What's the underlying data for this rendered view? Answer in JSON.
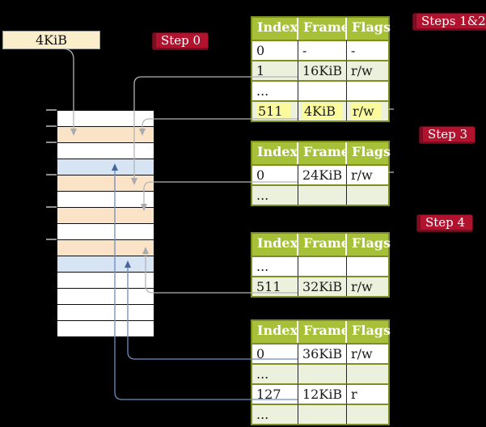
{
  "colors": {
    "background": "#000000",
    "table_header_green": "#a6c138",
    "table_border_olive": "#7e8e23",
    "row_shade_green": "#ecf1dd",
    "highlight_yellow": "#fbfb9e",
    "badge_red": "#b1122d",
    "badge_shadow_dark_red": "#7c0c20",
    "memory_pagetable_orange": "#fbe3c8",
    "memory_mapped_page_blue": "#d7e4f4",
    "legend_box_cream": "#fbeecb",
    "connector_gray": "#b2b4b6",
    "connector_blue": "#6e8cbe"
  },
  "legend_box": {
    "label": "4KiB"
  },
  "badges": {
    "step0": "Step 0",
    "steps12": "Steps 1&2",
    "step3": "Step 3",
    "step4": "Step 4"
  },
  "memory": {
    "rows": [
      {
        "type": "free"
      },
      {
        "type": "pagetable"
      },
      {
        "type": "free"
      },
      {
        "type": "page"
      },
      {
        "type": "pagetable"
      },
      {
        "type": "free"
      },
      {
        "type": "pagetable"
      },
      {
        "type": "free"
      },
      {
        "type": "pagetable"
      },
      {
        "type": "page"
      },
      {
        "type": "free"
      },
      {
        "type": "free"
      },
      {
        "type": "free"
      },
      {
        "type": "free"
      }
    ]
  },
  "tables": [
    {
      "step_label": "Steps 1&2",
      "headers": [
        "Index",
        "Frame",
        "Flags"
      ],
      "rows": [
        {
          "index": "0",
          "frame": "-",
          "flags": "-",
          "shaded": false,
          "highlighted": false
        },
        {
          "index": "1",
          "frame": "16KiB",
          "flags": "r/w",
          "shaded": true,
          "highlighted": false
        },
        {
          "index": "...",
          "frame": "",
          "flags": "",
          "shaded": false,
          "highlighted": false
        },
        {
          "index": "511",
          "frame": "4KiB",
          "flags": "r/w",
          "shaded": true,
          "highlighted": true
        }
      ]
    },
    {
      "step_label": "Step 3",
      "headers": [
        "Index",
        "Frame",
        "Flags"
      ],
      "rows": [
        {
          "index": "0",
          "frame": "24KiB",
          "flags": "r/w",
          "shaded": false,
          "highlighted": false
        },
        {
          "index": "...",
          "frame": "",
          "flags": "",
          "shaded": true,
          "highlighted": false
        }
      ]
    },
    {
      "step_label": "Step 4",
      "headers": [
        "Index",
        "Frame",
        "Flags"
      ],
      "rows": [
        {
          "index": "...",
          "frame": "",
          "flags": "",
          "shaded": false,
          "highlighted": false
        },
        {
          "index": "511",
          "frame": "32KiB",
          "flags": "r/w",
          "shaded": true,
          "highlighted": false
        }
      ]
    },
    {
      "step_label": "",
      "headers": [
        "Index",
        "Frame",
        "Flags"
      ],
      "rows": [
        {
          "index": "0",
          "frame": "36KiB",
          "flags": "r/w",
          "shaded": false,
          "highlighted": false
        },
        {
          "index": "...",
          "frame": "",
          "flags": "",
          "shaded": true,
          "highlighted": false
        },
        {
          "index": "127",
          "frame": "12KiB",
          "flags": "r",
          "shaded": false,
          "highlighted": false
        },
        {
          "index": "...",
          "frame": "",
          "flags": "",
          "shaded": true,
          "highlighted": false
        }
      ]
    }
  ]
}
